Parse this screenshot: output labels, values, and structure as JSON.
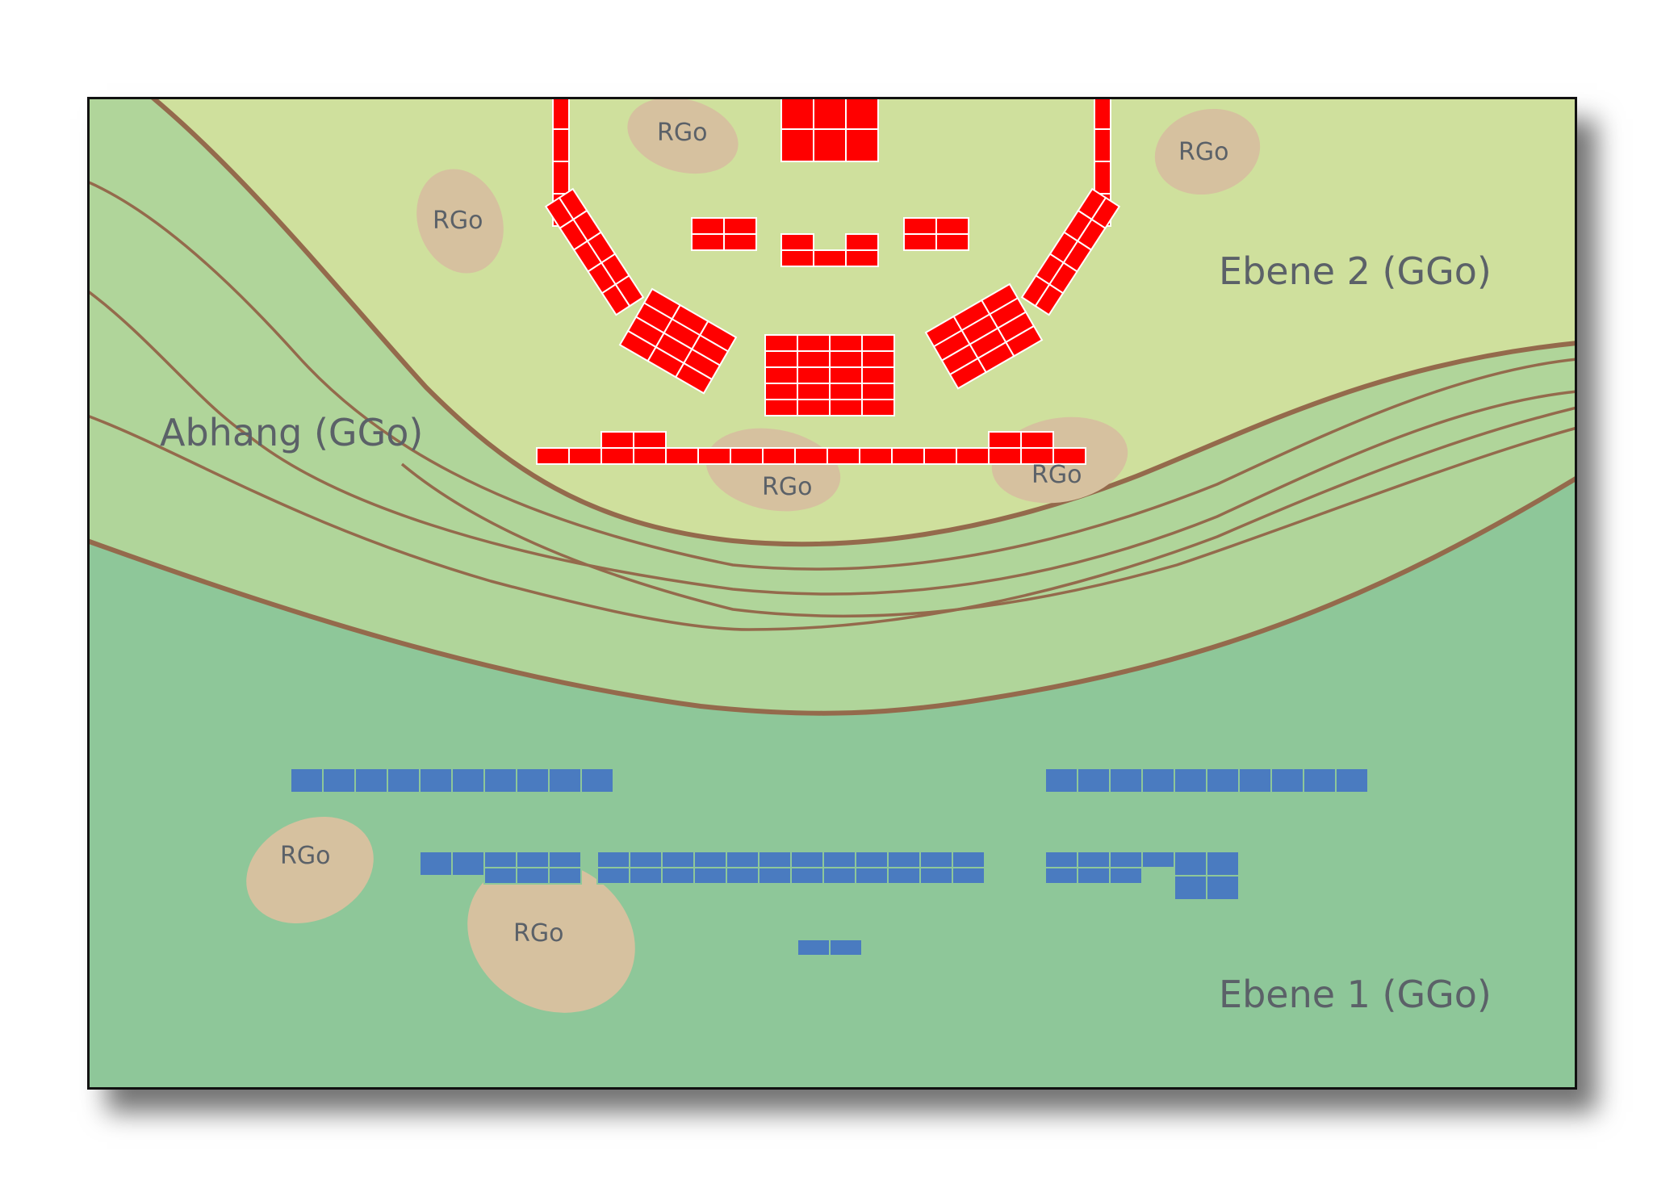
{
  "labels": {
    "ebene2": "Ebene 2 (GGo)",
    "abhang": "Abhang (GGo)",
    "ebene1": "Ebene 1 (GGo)",
    "rgo": "RGo"
  },
  "colors": {
    "ebene1": "#8ec799",
    "slope": "#b0d59a",
    "ebene2": "#cfe09d",
    "contour": "#946a4c",
    "rgo": "#d6c19f",
    "red_units": "#ff0000",
    "blue_units": "#4a7bc0",
    "frame": "#111111",
    "label_text": "#5b6168"
  }
}
